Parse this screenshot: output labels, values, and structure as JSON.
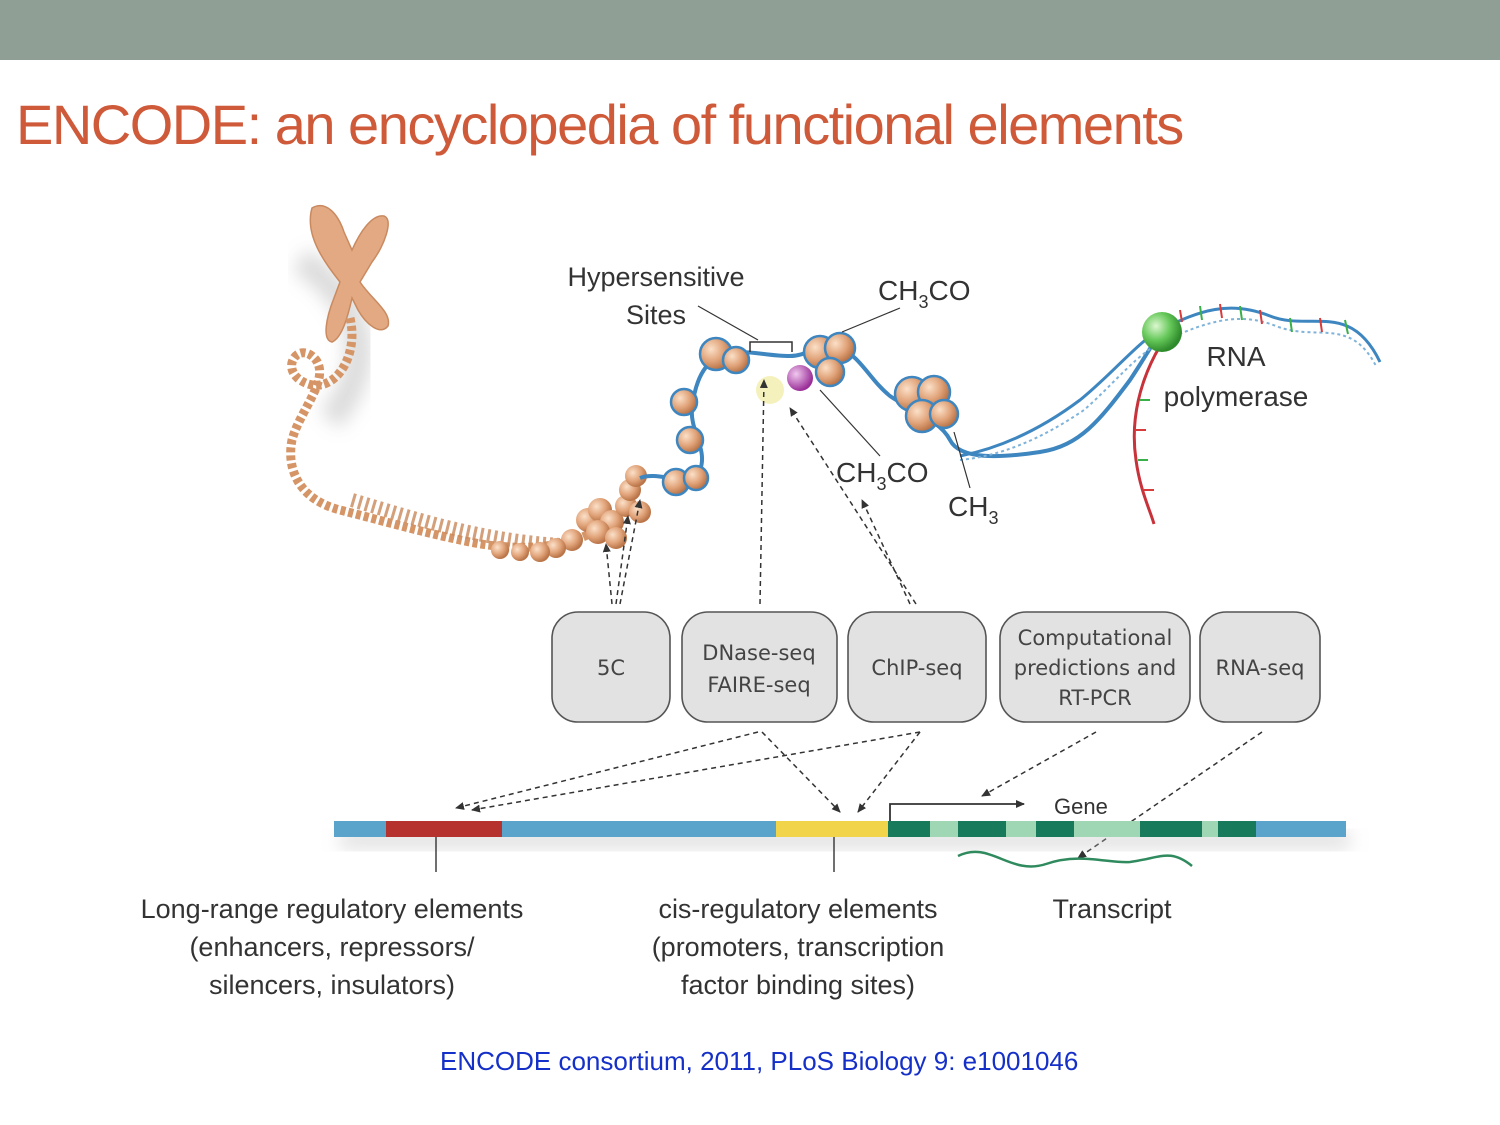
{
  "slide": {
    "title": "ENCODE: an encyclopedia of functional elements",
    "citation": "ENCODE consortium, 2011, PLoS Biology 9: e1001046"
  },
  "diagram": {
    "chromatin_labels": {
      "hypersensitive_line1": "Hypersensitive",
      "hypersensitive_line2": "Sites",
      "ch3co_top": "CH",
      "ch3co_top_sub": "3",
      "ch3co_top_tail": "CO",
      "ch3co_mid": "CH",
      "ch3co_mid_sub": "3",
      "ch3co_mid_tail": "CO",
      "ch3": "CH",
      "ch3_sub": "3",
      "rna_pol_line1": "RNA",
      "rna_pol_line2": "polymerase"
    },
    "assays": [
      {
        "line1": "5C",
        "line2": "",
        "line3": ""
      },
      {
        "line1": "DNase-seq",
        "line2": "FAIRE-seq",
        "line3": ""
      },
      {
        "line1": "ChIP-seq",
        "line2": "",
        "line3": ""
      },
      {
        "line1": "Computational",
        "line2": "predictions and",
        "line3": "RT-PCR"
      },
      {
        "line1": "RNA-seq",
        "line2": "",
        "line3": ""
      }
    ],
    "gene_label": "Gene",
    "transcript_label": "Transcript",
    "element_labels": {
      "long_range_line1": "Long-range regulatory elements",
      "long_range_line2": "(enhancers, repressors/",
      "long_range_line3": "silencers, insulators)",
      "cis_line1": "cis-regulatory elements",
      "cis_line2": "(promoters, transcription",
      "cis_line3": "factor binding sites)"
    },
    "colors": {
      "dna_bar": "#5aa4cc",
      "long_range": "#b5322e",
      "cis": "#f2d44a",
      "exon": "#177a5a",
      "intron": "#9fd6b4",
      "chromatin": "#d9986a",
      "dna_strand": "#3e86c0",
      "polymerase": "#5cc456"
    }
  }
}
